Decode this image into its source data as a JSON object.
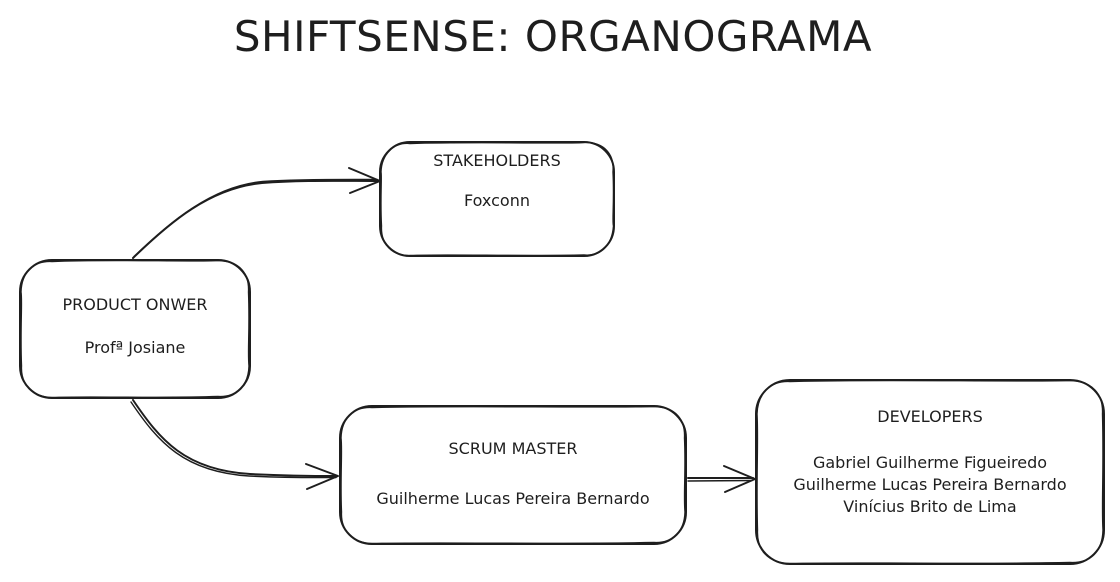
{
  "title": "SHIFTSENSE: ORGANOGRAMA",
  "colors": {
    "stroke": "#1e1e1e",
    "text": "#1e1e1e",
    "background": "#ffffff"
  },
  "nodes": {
    "stakeholders": {
      "heading": "STAKEHOLDERS",
      "members": [
        "Foxconn"
      ]
    },
    "product_owner": {
      "heading": "PRODUCT ONWER",
      "members": [
        "Profª Josiane"
      ]
    },
    "scrum_master": {
      "heading": "SCRUM MASTER",
      "members": [
        "Guilherme Lucas Pereira Bernardo"
      ]
    },
    "developers": {
      "heading": "DEVELOPERS",
      "members": [
        "Gabriel Guilherme Figueiredo",
        "Guilherme Lucas Pereira Bernardo",
        "Vinícius Brito de Lima"
      ]
    }
  },
  "edges": [
    {
      "from": "PRODUCT ONWER",
      "to": "STAKEHOLDERS"
    },
    {
      "from": "PRODUCT ONWER",
      "to": "SCRUM MASTER"
    },
    {
      "from": "SCRUM MASTER",
      "to": "DEVELOPERS"
    }
  ]
}
